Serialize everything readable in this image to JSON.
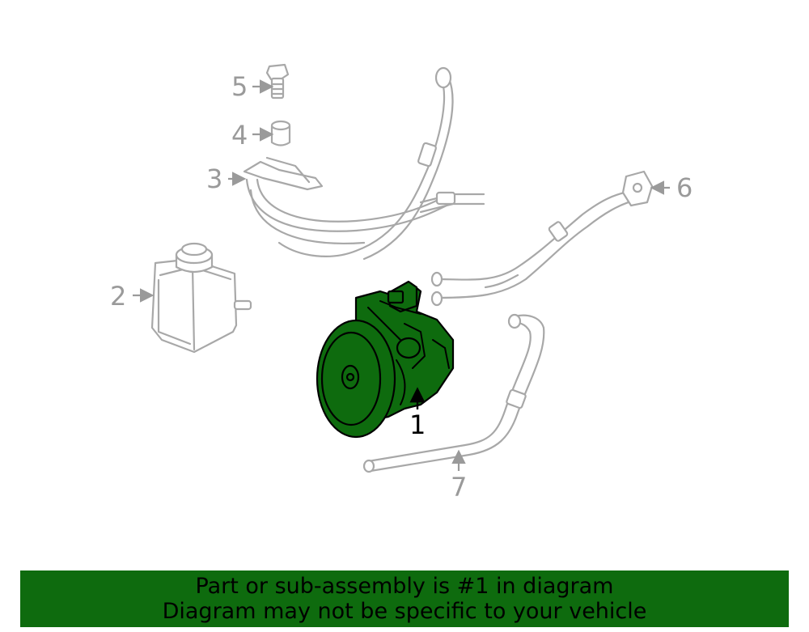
{
  "colors": {
    "highlight": "#0e6b0e",
    "outline": "#a8a8a8",
    "banner": "#0e6b0e"
  },
  "callouts": {
    "c1": "1",
    "c2": "2",
    "c3": "3",
    "c4": "4",
    "c5": "5",
    "c6": "6",
    "c7": "7"
  },
  "highlighted_part": "1",
  "banner": {
    "line1": "Part or sub-assembly is #1 in diagram",
    "line2": "Diagram may not be specific to your vehicle"
  }
}
